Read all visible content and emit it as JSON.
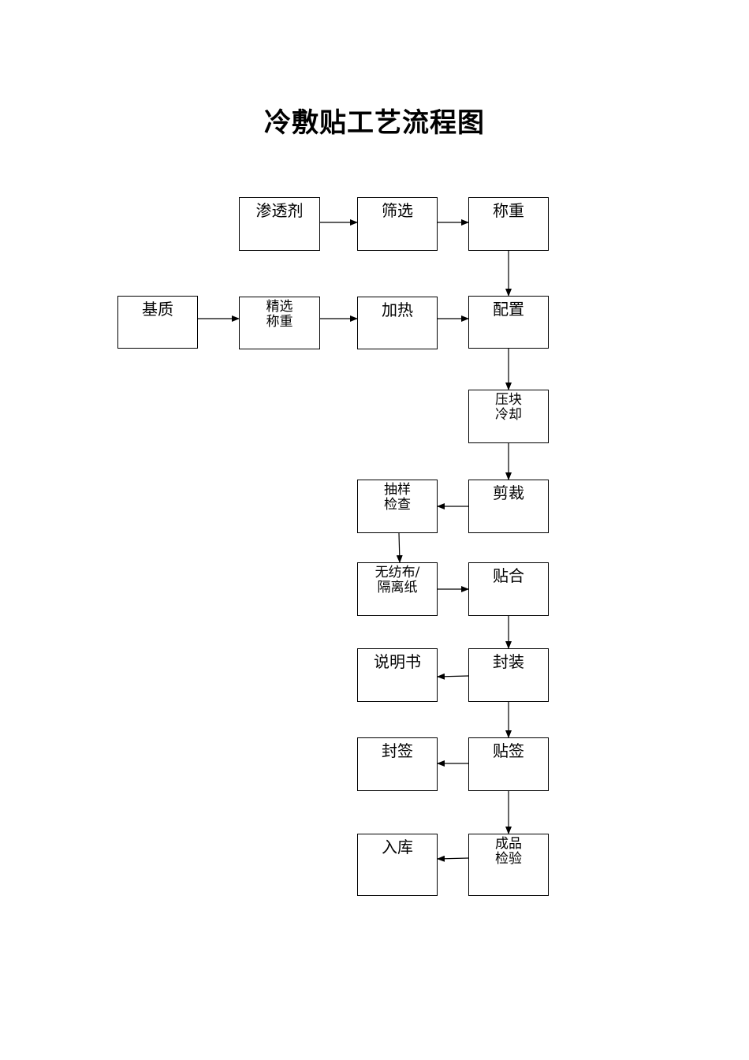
{
  "title": "冷敷贴工艺流程图",
  "nodes": {
    "penetrant": [
      "渗透剂"
    ],
    "sieve": [
      "筛选"
    ],
    "weigh": [
      "称重"
    ],
    "substrate": [
      "基质"
    ],
    "select_weigh": [
      "精选",
      "称重"
    ],
    "heat": [
      "加热"
    ],
    "prepare": [
      "配置"
    ],
    "press_cool": [
      "压块",
      "冷却"
    ],
    "cut": [
      "剪裁"
    ],
    "sample": [
      "抽样",
      "检查"
    ],
    "nonwoven": [
      "无纺布/",
      "隔离纸"
    ],
    "laminate": [
      "贴合"
    ],
    "manual": [
      "说明书"
    ],
    "package": [
      "封装"
    ],
    "seal_label": [
      "封签"
    ],
    "apply_label": [
      "贴签"
    ],
    "warehouse": [
      "入库"
    ],
    "inspect": [
      "成品",
      "检验"
    ]
  }
}
